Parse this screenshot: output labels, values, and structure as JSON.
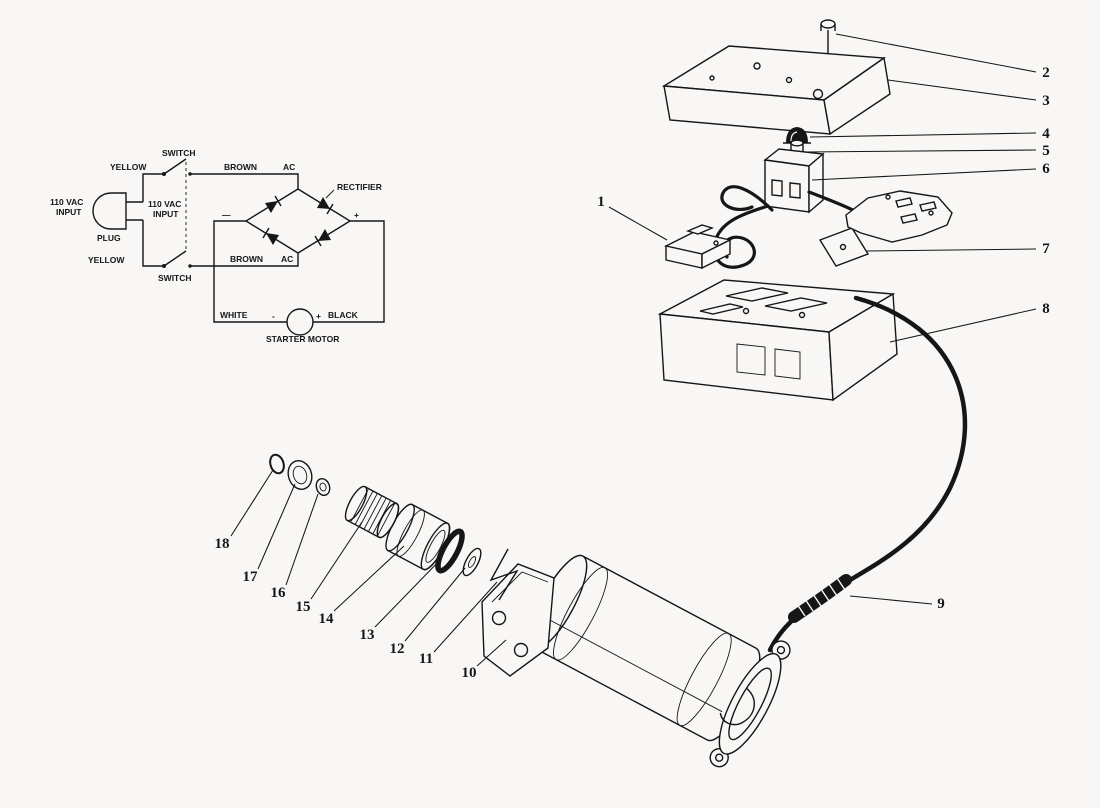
{
  "title": "starter-motor-exploded-parts-diagram",
  "colors": {
    "paper": "#f8f7f5",
    "ink": "#161616"
  },
  "schematic": {
    "input_left": {
      "line1": "110 VAC",
      "line2": "INPUT"
    },
    "plug": "PLUG",
    "yellow_top": "YELLOW",
    "yellow_bottom": "YELLOW",
    "switch_top": "SWITCH",
    "switch_bottom": "SWITCH",
    "input_mid": {
      "line1": "110 VAC",
      "line2": "INPUT"
    },
    "brown_top": "BROWN",
    "brown_bottom": "BROWN",
    "ac_top": "AC",
    "ac_bottom": "AC",
    "rectifier": "RECTIFIER",
    "dc_minus": "—",
    "dc_plus": "+",
    "white": "WHITE",
    "motor_minus": "-",
    "motor_plus": "+",
    "black": "BLACK",
    "starter_motor": "STARTER MOTOR"
  },
  "callouts": {
    "n1": "1",
    "n2": "2",
    "n3": "3",
    "n4": "4",
    "n5": "5",
    "n6": "6",
    "n7": "7",
    "n8": "8",
    "n9": "9",
    "n10": "10",
    "n11": "11",
    "n12": "12",
    "n13": "13",
    "n14": "14",
    "n15": "15",
    "n16": "16",
    "n17": "17",
    "n18": "18"
  }
}
